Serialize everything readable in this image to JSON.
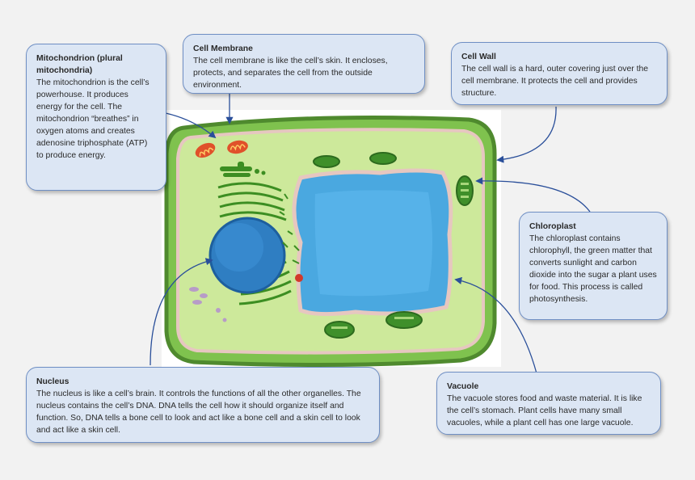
{
  "callouts": {
    "mitochondrion": {
      "title": "Mitochondrion (plural mitochondria)",
      "text": "The mitochondrion is the cell’s powerhouse. It produces energy for the cell. The mitochondrion “breathes” in oxygen atoms and creates adenosine triphosphate (ATP) to produce energy."
    },
    "cell_membrane": {
      "title": "Cell Membrane",
      "text": "The cell membrane is like the cell’s skin. It encloses, protects, and separates the cell from the outside environment."
    },
    "cell_wall": {
      "title": "Cell Wall",
      "text": "The cell wall is a hard, outer covering just over the cell membrane. It protects the cell and provides structure."
    },
    "chloroplast": {
      "title": "Chloroplast",
      "text": "The chloroplast contains chlorophyll, the green matter that converts sunlight and carbon dioxide into the sugar a plant uses for food. This process is called photosynthesis."
    },
    "nucleus": {
      "title": "Nucleus",
      "text": "The nucleus is like a cell’s brain. It controls the functions of all the other organelles. The nucleus contains the cell’s DNA. DNA tells the cell how it should organize itself and function. So, DNA tells a bone cell to look and act like a bone cell and a skin cell to look and act like a skin cell."
    },
    "vacuole": {
      "title": "Vacuole",
      "text": "The vacuole stores food and waste material. It is like the cell’s stomach. Plant cells have many small vacuoles, while a plant cell has one large vacuole."
    }
  },
  "colors": {
    "callout_fill": "#dce6f4",
    "callout_border": "#6f8fc4",
    "cell_wall": "#5e9a3a",
    "cytoplasm": "#c9e89a",
    "vacuole": "#4aa8e0",
    "nucleus": "#2f7ec2",
    "chloroplast": "#3f8f2a",
    "mitochondrion": "#e0512a"
  }
}
